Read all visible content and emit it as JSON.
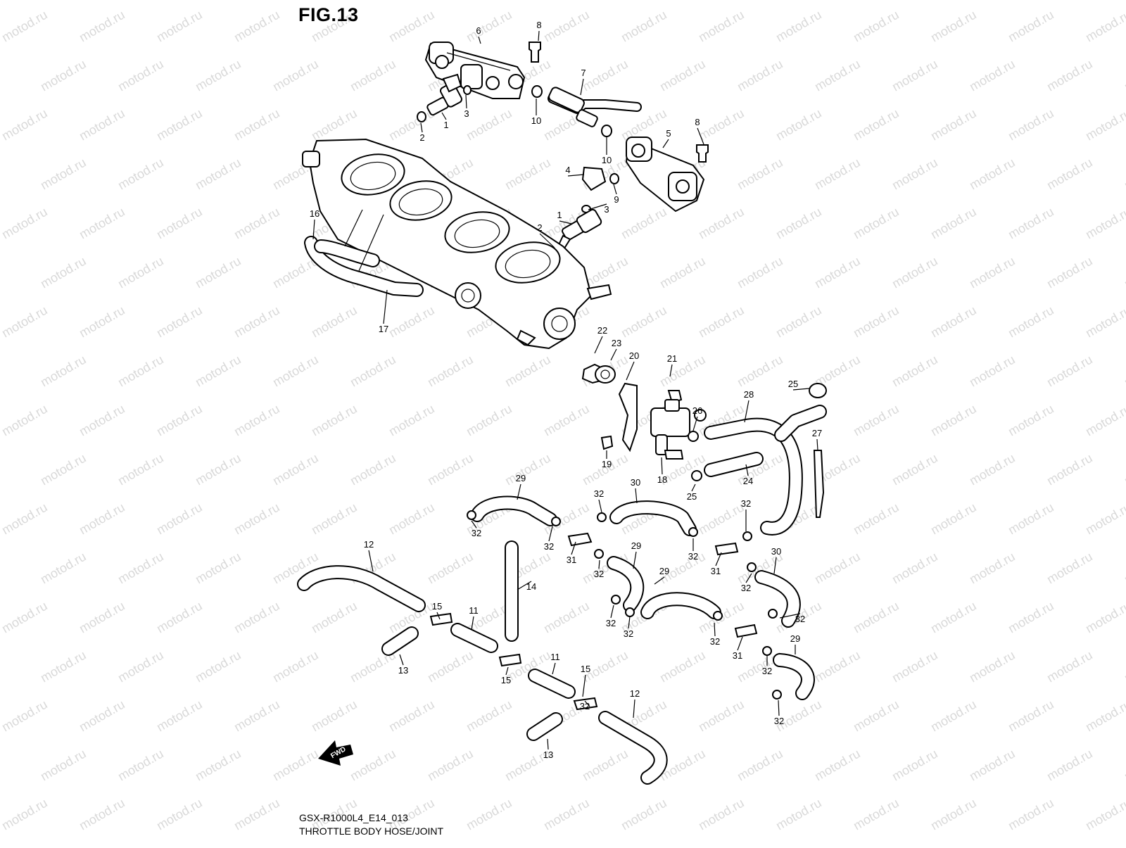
{
  "figure": {
    "title": "FIG.13",
    "model_code": "GSX-R1000L4_E14_013",
    "caption": "THROTTLE BODY HOSE/JOINT",
    "watermark": "motod.ru",
    "fwd_label": "FWD"
  },
  "callouts": [
    {
      "id": "6"
    },
    {
      "id": "8"
    },
    {
      "id": "7"
    },
    {
      "id": "3"
    },
    {
      "id": "2"
    },
    {
      "id": "1"
    },
    {
      "id": "10"
    },
    {
      "id": "10"
    },
    {
      "id": "8"
    },
    {
      "id": "5"
    },
    {
      "id": "4"
    },
    {
      "id": "9"
    },
    {
      "id": "3"
    },
    {
      "id": "1"
    },
    {
      "id": "2"
    },
    {
      "id": "16"
    },
    {
      "id": "17"
    },
    {
      "id": "22"
    },
    {
      "id": "23"
    },
    {
      "id": "20"
    },
    {
      "id": "21"
    },
    {
      "id": "28"
    },
    {
      "id": "25"
    },
    {
      "id": "26"
    },
    {
      "id": "27"
    },
    {
      "id": "19"
    },
    {
      "id": "18"
    },
    {
      "id": "24"
    },
    {
      "id": "25"
    },
    {
      "id": "29"
    },
    {
      "id": "30"
    },
    {
      "id": "32"
    },
    {
      "id": "32"
    },
    {
      "id": "32"
    },
    {
      "id": "32"
    },
    {
      "id": "32"
    },
    {
      "id": "31"
    },
    {
      "id": "32"
    },
    {
      "id": "29"
    },
    {
      "id": "32"
    },
    {
      "id": "31"
    },
    {
      "id": "30"
    },
    {
      "id": "32"
    },
    {
      "id": "12"
    },
    {
      "id": "14"
    },
    {
      "id": "15"
    },
    {
      "id": "11"
    },
    {
      "id": "13"
    },
    {
      "id": "15"
    },
    {
      "id": "29"
    },
    {
      "id": "32"
    },
    {
      "id": "32"
    },
    {
      "id": "32"
    },
    {
      "id": "32"
    },
    {
      "id": "31"
    },
    {
      "id": "29"
    },
    {
      "id": "32"
    },
    {
      "id": "32"
    },
    {
      "id": "11"
    },
    {
      "id": "15"
    },
    {
      "id": "12"
    },
    {
      "id": "13"
    }
  ]
}
